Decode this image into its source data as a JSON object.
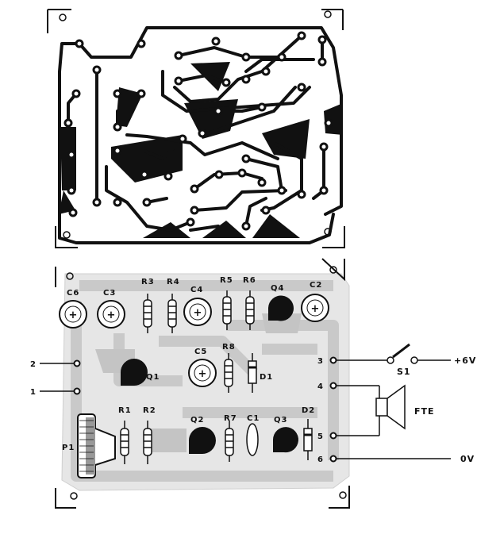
{
  "pcb_components": {
    "capacitors": [
      "C6",
      "C3",
      "C4",
      "C2",
      "C5",
      "C1"
    ],
    "resistors": [
      "R3",
      "R4",
      "R5",
      "R6",
      "R8",
      "R1",
      "R2",
      "R7"
    ],
    "transistors": [
      "Q4",
      "Q1",
      "Q2",
      "Q3"
    ],
    "diodes": [
      "D1",
      "D2"
    ],
    "potentiometer": "P1",
    "polarity_mark": "+"
  },
  "terminals": [
    "1",
    "2",
    "3",
    "4",
    "5",
    "6"
  ],
  "external": {
    "switch": "S1",
    "supply": "+6V",
    "speaker": "FTE",
    "ground": "0V"
  }
}
